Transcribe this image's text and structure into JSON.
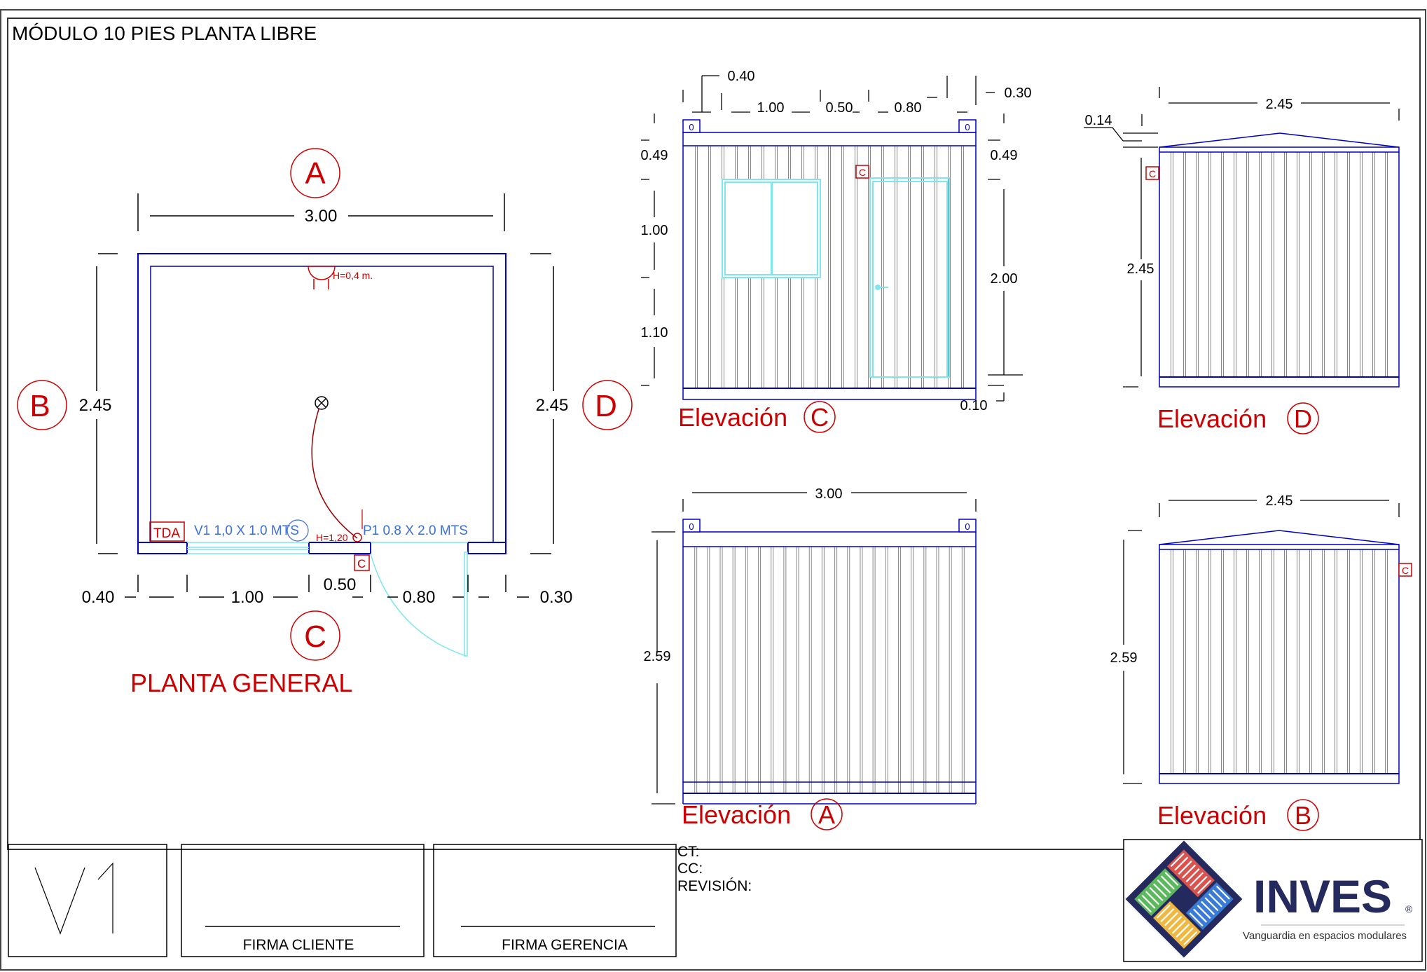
{
  "title": "MÓDULO 10 PIES PLANTA LIBRE",
  "colors": {
    "wall": "#0000c0",
    "red": "#cc0000",
    "cyan": "#7fe6ee",
    "fluting": "#888888",
    "opening_label": "#3c6ed8",
    "logo_navy": "#252a5e",
    "logo_red": "#d9534f",
    "logo_blue": "#3a7bd5",
    "logo_green": "#5cb85c",
    "logo_yellow": "#f0b840"
  },
  "plan": {
    "label": "PLANTA GENERAL",
    "axis_a": "A",
    "axis_b": "B",
    "axis_c": "C",
    "axis_d": "D",
    "dim_top": "3.00",
    "dim_left": "2.45",
    "dim_right": "2.45",
    "dim_bottom": [
      "0.40",
      "1.00",
      "0.50",
      "0.80",
      "0.30"
    ],
    "outlet_note": "H=0,4 m.",
    "switch_note": "H=1,20",
    "panel_tag": "TDA",
    "window_label": "V1  1,0 X 1.0 MTS",
    "door_label": "P1  0.8 X 2.0 MTS",
    "corner_tag": "C"
  },
  "elevations": {
    "c": {
      "label": "Elevación",
      "axis": "C",
      "dims_top": [
        "0.40",
        "1.00",
        "0.50",
        "0.80",
        "0.30"
      ],
      "dims_left": [
        "0.49",
        "1.00",
        "1.10"
      ],
      "dims_right": [
        "0.49",
        "2.00",
        "0.10"
      ],
      "corner_tag": "0",
      "tag": "C"
    },
    "d": {
      "label": "Elevación",
      "axis": "D",
      "dim_top": "2.45",
      "dim_roof": "0.14",
      "dim_height": "2.45",
      "tag": "C"
    },
    "a": {
      "label": "Elevación",
      "axis": "A",
      "dim_top": "3.00",
      "dim_height": "2.59",
      "corner_tag": "0"
    },
    "b": {
      "label": "Elevación",
      "axis": "B",
      "dim_top": "2.45",
      "dim_height": "2.59",
      "tag": "C"
    }
  },
  "title_block": {
    "version": "V1",
    "sign_client": "FIRMA  CLIENTE",
    "sign_management": "FIRMA  GERENCIA",
    "ct_label": "CT:",
    "cc_label": "CC:",
    "revision_label": "REVISIÓN:",
    "brand": "INVES",
    "registered": "®",
    "tagline": "Vanguardia en espacios modulares"
  }
}
